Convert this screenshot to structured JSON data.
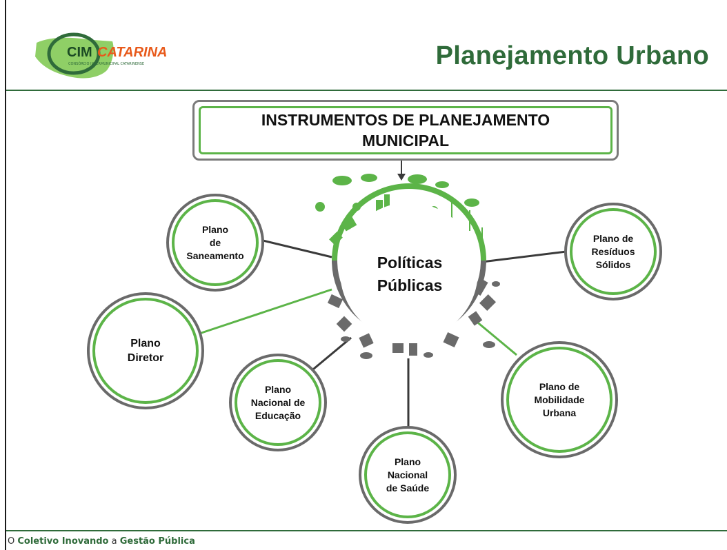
{
  "header": {
    "logo": {
      "text_cim": "CIM",
      "text_catarina": "CATARINA",
      "subtitle": "CONSÓRCIO INTERMUNICIPAL CATARINENSE"
    },
    "title": "Planejamento Urbano"
  },
  "instruments_box": {
    "text": "INSTRUMENTOS DE PLANEJAMENTO MUNICIPAL"
  },
  "center": {
    "line1": "Políticas",
    "line2": "Públicas"
  },
  "nodes": {
    "saneamento": {
      "l1": "Plano",
      "l2": "de",
      "l3": "Saneamento"
    },
    "residuos": {
      "l1": "Plano de",
      "l2": "Resíduos",
      "l3": "Sólidos"
    },
    "diretor": {
      "l1": "Plano",
      "l2": "Diretor"
    },
    "educacao": {
      "l1": "Plano",
      "l2": "Nacional de",
      "l3": "Educação"
    },
    "saude": {
      "l1": "Plano",
      "l2": "Nacional",
      "l3": "de Saúde"
    },
    "mobilidade": {
      "l1": "Plano de",
      "l2": "Mobilidade",
      "l3": "Urbana"
    }
  },
  "footer": {
    "part1": "O ",
    "part2": "Coletivo Inovando",
    "part3": " a ",
    "part4": "Gestão Pública"
  },
  "colors": {
    "brand_green": "#2f6b3a",
    "accent_green": "#5cb448",
    "ring_gray": "#6a6a6a",
    "logo_orange": "#e85a1b"
  }
}
